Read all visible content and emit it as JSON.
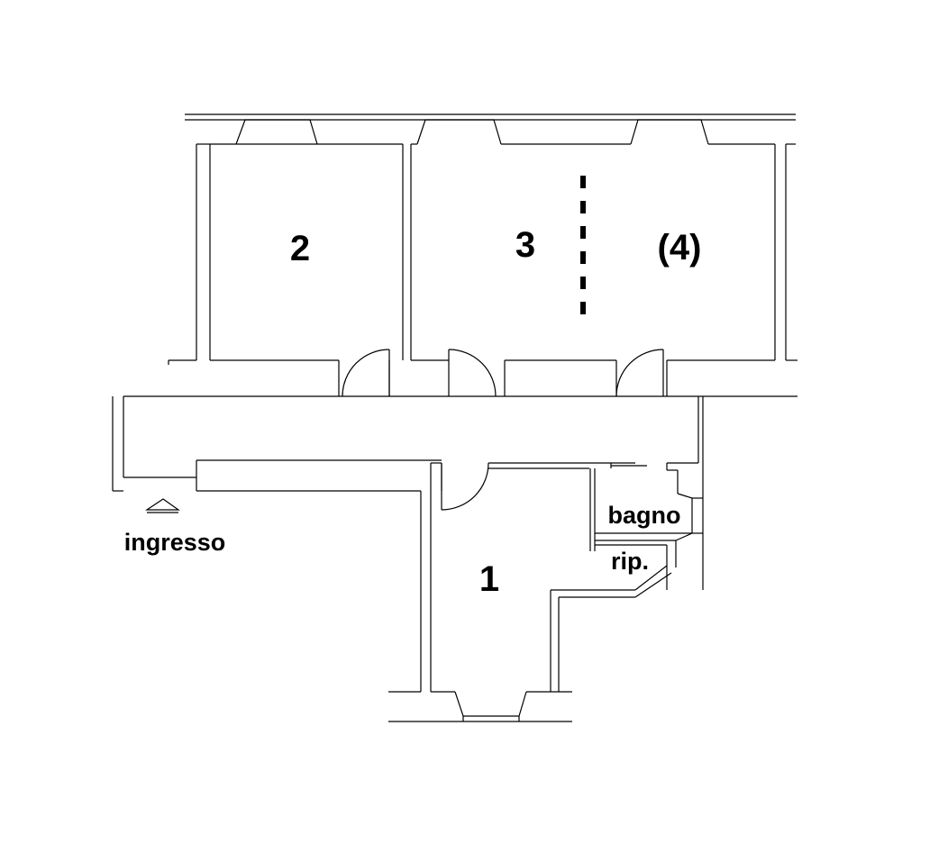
{
  "plan": {
    "rooms": {
      "room_1": "1",
      "room_2": "2",
      "room_3": "3",
      "room_4": "(4)",
      "bathroom": "bagno",
      "storage": "rip."
    },
    "entrance_label": "ingresso",
    "colors": {
      "line": "#000000",
      "background": "#ffffff"
    },
    "icons": {
      "entrance": "entrance-arrow-icon"
    }
  }
}
